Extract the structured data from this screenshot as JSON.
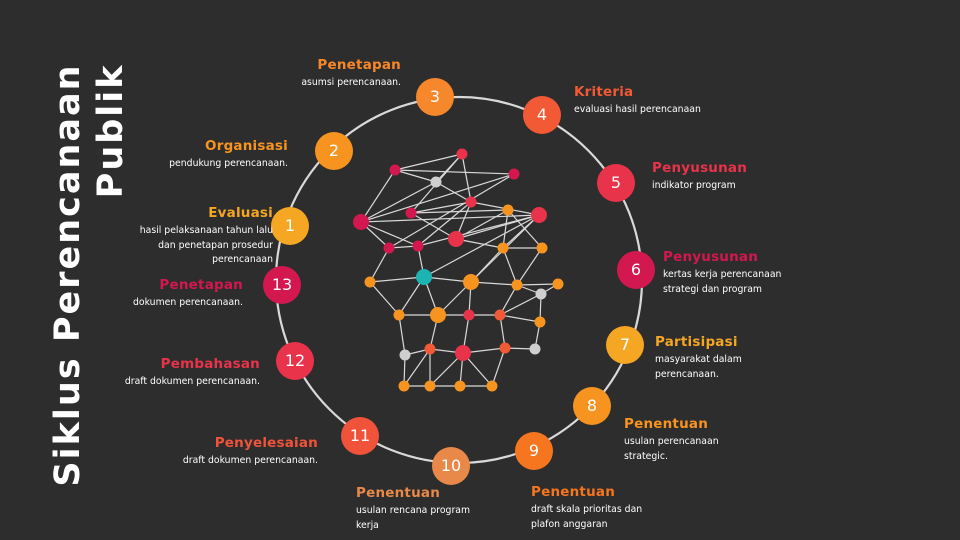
{
  "title": {
    "line1": "Siklus Perencanaan",
    "line2": "Publik"
  },
  "colors": {
    "background": "#2d2d2d",
    "ring": "#d9d9d9"
  },
  "steps": [
    {
      "n": "1",
      "heading": "Evaluasi",
      "desc": [
        "hasil pelaksanaan tahun lalu",
        "dan penetapan  prosedur",
        "perencanaan"
      ],
      "color": "#f5a623"
    },
    {
      "n": "2",
      "heading": "Organisasi",
      "desc": [
        "pendukung perencanaan."
      ],
      "color": "#f79420"
    },
    {
      "n": "3",
      "heading": "Penetapan",
      "desc": [
        "asumsi perencanaan."
      ],
      "color": "#f6882b"
    },
    {
      "n": "4",
      "heading": "Kriteria",
      "desc": [
        "evaluasi hasil  perencanaan"
      ],
      "color": "#f15a35"
    },
    {
      "n": "5",
      "heading": "Penyusunan",
      "desc": [
        "indikator program"
      ],
      "color": "#e8334a"
    },
    {
      "n": "6",
      "heading": "Penyusunan",
      "desc": [
        "kertas kerja  perencanaan",
        "strategi dan  program"
      ],
      "color": "#d2184f"
    },
    {
      "n": "7",
      "heading": "Partisipasi",
      "desc": [
        "masyarakat dalam",
        "perencanaan."
      ],
      "color": "#f5a623"
    },
    {
      "n": "8",
      "heading": "Penentuan",
      "desc": [
        "usulan perencanaan",
        "strategic."
      ],
      "color": "#f79420"
    },
    {
      "n": "9",
      "heading": "Penentuan",
      "desc": [
        "draft skala  prioritas dan",
        "plafon anggaran"
      ],
      "color": "#f6761f"
    },
    {
      "n": "10",
      "heading": "Penentuan",
      "desc": [
        "usulan rencana program",
        "kerja"
      ],
      "color": "#e8894a"
    },
    {
      "n": "11",
      "heading": "Penyelesaian",
      "desc": [
        "draft dokumen perencanaan."
      ],
      "color": "#f1533a"
    },
    {
      "n": "12",
      "heading": "Pembahasan",
      "desc": [
        "draft dokumen perencanaan."
      ],
      "color": "#e8334a"
    },
    {
      "n": "13",
      "heading": "Penetapan",
      "desc": [
        "dokumen perencanaan."
      ],
      "color": "#d2184f"
    }
  ],
  "network": {
    "nodes": [
      [
        "#e8334a",
        0
      ],
      [
        "#d2184f",
        0
      ],
      [
        "#cfcfcf",
        0
      ],
      [
        "#d2184f",
        0
      ],
      [
        "#e8334a",
        0
      ],
      [
        "#d2184f",
        0
      ],
      [
        "#d2184f",
        1
      ],
      [
        "#e8334a",
        1
      ],
      [
        "#f79420",
        0
      ],
      [
        "#d2184f",
        0
      ],
      [
        "#d2184f",
        0
      ],
      [
        "#e8334a",
        1
      ],
      [
        "#f79420",
        0
      ],
      [
        "#f79420",
        0
      ],
      [
        "#f79420",
        0
      ],
      [
        "#1db3b3",
        1
      ],
      [
        "#f79420",
        1
      ],
      [
        "#f79420",
        0
      ],
      [
        "#f79420",
        0
      ],
      [
        "#cfcfcf",
        0
      ],
      [
        "#f79420",
        0
      ],
      [
        "#f79420",
        1
      ],
      [
        "#e8334a",
        0
      ],
      [
        "#f15a35",
        0
      ],
      [
        "#f79420",
        0
      ],
      [
        "#cfcfcf",
        0
      ],
      [
        "#f15a35",
        0
      ],
      [
        "#e8334a",
        1
      ],
      [
        "#f15a35",
        0
      ],
      [
        "#cfcfcf",
        0
      ],
      [
        "#f79420",
        0
      ],
      [
        "#f79420",
        0
      ],
      [
        "#f79420",
        0
      ],
      [
        "#f79420",
        0
      ]
    ],
    "edges": [
      [
        0,
        1
      ],
      [
        0,
        2
      ],
      [
        0,
        4
      ],
      [
        0,
        5
      ],
      [
        1,
        2
      ],
      [
        1,
        3
      ],
      [
        1,
        6
      ],
      [
        2,
        4
      ],
      [
        2,
        6
      ],
      [
        3,
        6
      ],
      [
        3,
        9
      ],
      [
        4,
        5
      ],
      [
        4,
        7
      ],
      [
        4,
        11
      ],
      [
        4,
        10
      ],
      [
        5,
        7
      ],
      [
        5,
        8
      ],
      [
        6,
        9
      ],
      [
        6,
        10
      ],
      [
        6,
        11
      ],
      [
        7,
        8
      ],
      [
        7,
        12
      ],
      [
        7,
        11
      ],
      [
        8,
        12
      ],
      [
        8,
        13
      ],
      [
        9,
        10
      ],
      [
        9,
        14
      ],
      [
        10,
        11
      ],
      [
        10,
        15
      ],
      [
        11,
        15
      ],
      [
        11,
        16
      ],
      [
        11,
        12
      ],
      [
        12,
        16
      ],
      [
        12,
        13
      ],
      [
        12,
        17
      ],
      [
        13,
        17
      ],
      [
        14,
        15
      ],
      [
        14,
        20
      ],
      [
        15,
        16
      ],
      [
        15,
        21
      ],
      [
        15,
        20
      ],
      [
        16,
        17
      ],
      [
        16,
        22
      ],
      [
        16,
        21
      ],
      [
        17,
        18
      ],
      [
        17,
        19
      ],
      [
        17,
        23
      ],
      [
        18,
        19
      ],
      [
        19,
        23
      ],
      [
        19,
        24
      ],
      [
        20,
        21
      ],
      [
        20,
        25
      ],
      [
        21,
        22
      ],
      [
        21,
        26
      ],
      [
        22,
        23
      ],
      [
        22,
        27
      ],
      [
        23,
        24
      ],
      [
        23,
        28
      ],
      [
        24,
        29
      ],
      [
        25,
        26
      ],
      [
        25,
        30
      ],
      [
        26,
        27
      ],
      [
        26,
        31
      ],
      [
        27,
        28
      ],
      [
        27,
        32
      ],
      [
        28,
        29
      ],
      [
        28,
        33
      ],
      [
        30,
        31
      ],
      [
        31,
        32
      ],
      [
        32,
        33
      ],
      [
        26,
        30
      ],
      [
        27,
        31
      ],
      [
        27,
        33
      ]
    ]
  }
}
